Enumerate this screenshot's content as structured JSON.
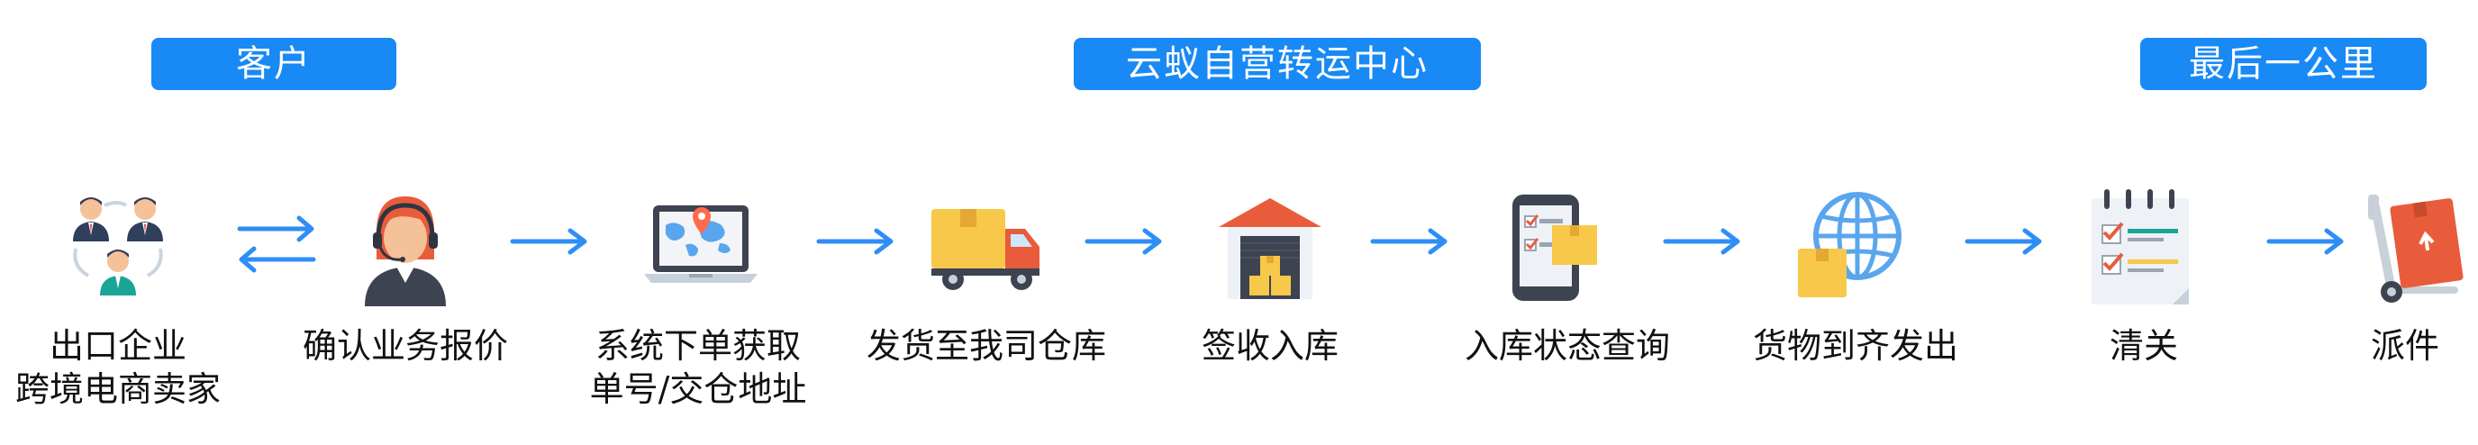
{
  "headers": {
    "customer": "客户",
    "center": "云蚁自营转运中心",
    "last_mile": "最后一公里"
  },
  "steps": [
    {
      "line1": "出口企业",
      "line2": "跨境电商卖家",
      "icon": "people-group-icon"
    },
    {
      "line1": "确认业务报价",
      "line2": "",
      "icon": "customer-service-icon"
    },
    {
      "line1": "系统下单获取",
      "line2": "单号/交仓地址",
      "icon": "laptop-map-icon"
    },
    {
      "line1": "发货至我司仓库",
      "line2": "",
      "icon": "truck-icon"
    },
    {
      "line1": "签收入库",
      "line2": "",
      "icon": "warehouse-icon"
    },
    {
      "line1": "入库状态查询",
      "line2": "",
      "icon": "phone-checklist-icon"
    },
    {
      "line1": "货物到齐发出",
      "line2": "",
      "icon": "globe-box-icon"
    },
    {
      "line1": "清关",
      "line2": "",
      "icon": "clipboard-checklist-icon"
    },
    {
      "line1": "派件",
      "line2": "",
      "icon": "hand-truck-icon"
    }
  ],
  "colors": {
    "accent": "#1889f5",
    "arrow": "#2f8ef5"
  }
}
